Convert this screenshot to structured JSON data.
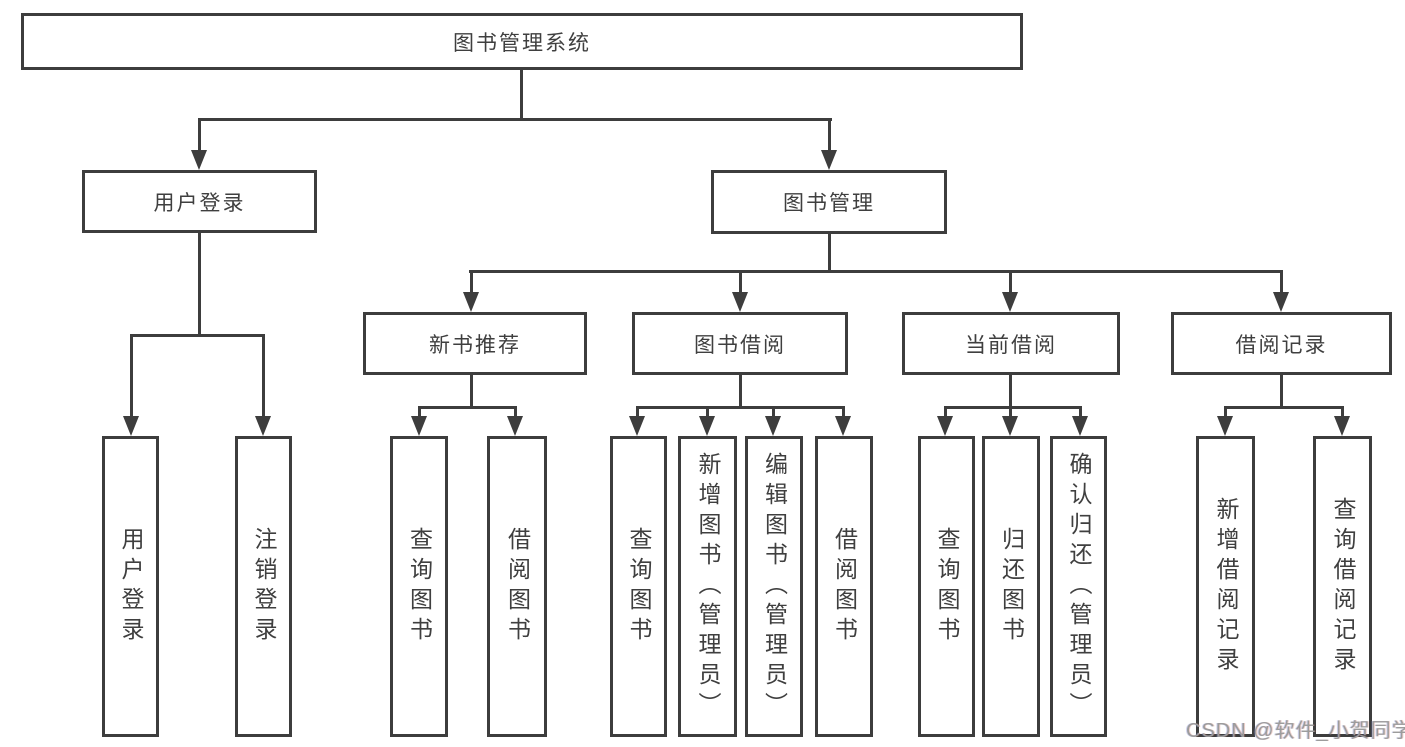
{
  "diagram": {
    "title": "图书管理系统",
    "watermark": "CSDN @软件_小贺同学",
    "colors": {
      "line": "#3d3d3d",
      "text": "#3f3f3f",
      "background": "#ffffff",
      "watermark": "#9c9c9c"
    },
    "nodes": {
      "root": {
        "label": "图书管理系统"
      },
      "user_login": {
        "label": "用户登录"
      },
      "book_mgmt": {
        "label": "图书管理"
      },
      "new_rec": {
        "label": "新书推荐"
      },
      "book_borrow": {
        "label": "图书借阅"
      },
      "cur_borrow": {
        "label": "当前借阅"
      },
      "borrow_rec": {
        "label": "借阅记录"
      },
      "leaf_user_login": {
        "label": "用户登录"
      },
      "leaf_logout": {
        "label": "注销登录"
      },
      "rec_query": {
        "label": "查询图书"
      },
      "rec_borrow": {
        "label": "借阅图书"
      },
      "bb_query": {
        "label": "查询图书"
      },
      "bb_add": {
        "label": "新增图书（管理员）"
      },
      "bb_edit": {
        "label": "编辑图书（管理员）"
      },
      "bb_borrow": {
        "label": "借阅图书"
      },
      "cb_query": {
        "label": "查询图书"
      },
      "cb_return": {
        "label": "归还图书"
      },
      "cb_confirm": {
        "label": "确认归还（管理员）"
      },
      "br_add": {
        "label": "新增借阅记录"
      },
      "br_query": {
        "label": "查询借阅记录"
      }
    },
    "edges": [
      [
        "root",
        "user_login"
      ],
      [
        "root",
        "book_mgmt"
      ],
      [
        "user_login",
        "leaf_user_login"
      ],
      [
        "user_login",
        "leaf_logout"
      ],
      [
        "book_mgmt",
        "new_rec"
      ],
      [
        "book_mgmt",
        "book_borrow"
      ],
      [
        "book_mgmt",
        "cur_borrow"
      ],
      [
        "book_mgmt",
        "borrow_rec"
      ],
      [
        "new_rec",
        "rec_query"
      ],
      [
        "new_rec",
        "rec_borrow"
      ],
      [
        "book_borrow",
        "bb_query"
      ],
      [
        "book_borrow",
        "bb_add"
      ],
      [
        "book_borrow",
        "bb_edit"
      ],
      [
        "book_borrow",
        "bb_borrow"
      ],
      [
        "cur_borrow",
        "cb_query"
      ],
      [
        "cur_borrow",
        "cb_return"
      ],
      [
        "cur_borrow",
        "cb_confirm"
      ],
      [
        "borrow_rec",
        "br_add"
      ],
      [
        "borrow_rec",
        "br_query"
      ]
    ]
  }
}
